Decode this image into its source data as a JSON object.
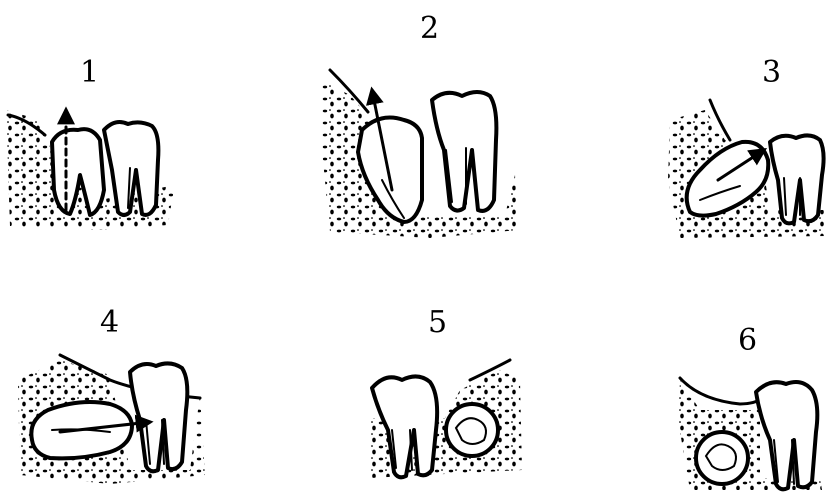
{
  "figure": {
    "labels": [
      "1",
      "2",
      "3",
      "4",
      "5",
      "6"
    ],
    "background_color": "#ffffff",
    "ink_color": "#000000"
  }
}
